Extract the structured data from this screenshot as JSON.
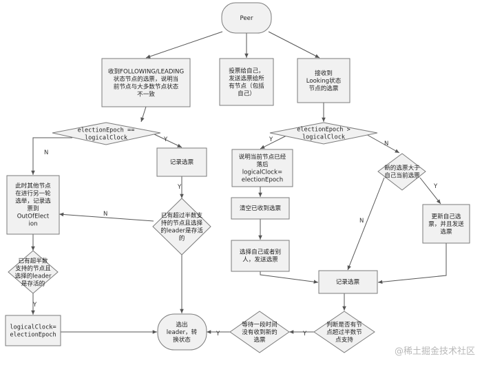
{
  "nodes": {
    "peer": {
      "lines": [
        "Peer"
      ]
    },
    "recv_following": {
      "lines": [
        "收到FOLLOWING/LEADING",
        "状态节点的选票，说明当",
        "前节点与大多数节点状态",
        "不一致"
      ]
    },
    "vote_self": {
      "lines": [
        "投票给自己，",
        "发送选票给所",
        "有节点（包括",
        "自己）"
      ]
    },
    "recv_looking": {
      "lines": [
        "接收到",
        "Looking状态",
        "节点的选票"
      ]
    },
    "d_epoch_eq": {
      "lines": [
        "electionEpoch ==",
        "logicalClock"
      ]
    },
    "d_epoch_gt": {
      "lines": [
        "electionEpoch >",
        "logicalClock"
      ]
    },
    "record_top": {
      "lines": [
        "记录选票"
      ]
    },
    "other_round": {
      "lines": [
        "此时其他节点",
        "在进行另一轮",
        "选举，记录选",
        "票到",
        "OutOfElect",
        "ion"
      ]
    },
    "d_majority_leader": {
      "lines": [
        "已有超过半数支",
        "持的节点且选择",
        "的leader是存活",
        "的"
      ]
    },
    "behind": {
      "lines": [
        "说明当前节点已经",
        "落后",
        "logicalClock=",
        "electionEpoch"
      ]
    },
    "d_new_better": {
      "lines": [
        "新的选票大于",
        "自己当前选票"
      ]
    },
    "clear_recv": {
      "lines": [
        "清空已收到选票"
      ]
    },
    "update_vote": {
      "lines": [
        "更新自己选",
        "票，并且发送",
        "选票"
      ]
    },
    "choose_send": {
      "lines": [
        "选择自己或者别",
        "人，发送选票"
      ]
    },
    "record_center": {
      "lines": [
        "记录选票"
      ]
    },
    "d_left_majority": {
      "lines": [
        "已有超半数",
        "支持的节点且",
        "选择的leader",
        "是存活的"
      ]
    },
    "set_clock": {
      "lines": [
        "logicalClock=",
        "electionEpoch"
      ]
    },
    "elect_leader": {
      "lines": [
        "选出",
        "leader，转",
        "换状态"
      ]
    },
    "d_wait": {
      "lines": [
        "等待一段时间",
        "没有收到新的",
        "选票"
      ]
    },
    "d_judge": {
      "lines": [
        "判断是否有节",
        "点超过半数节",
        "点支持"
      ]
    }
  },
  "edge_labels": {
    "eq_no": "N",
    "eq_yes": "Y",
    "gt_yes": "Y",
    "gt_no": "N",
    "leader_alive_no": "N",
    "record_top_yes": "Y",
    "new_better_yes": "Y",
    "new_better_no": "N",
    "left_majority_yes": "Y",
    "wait_yes": "Y",
    "judge_yes": "Y"
  },
  "watermark": "@稀土掘金技术社区"
}
